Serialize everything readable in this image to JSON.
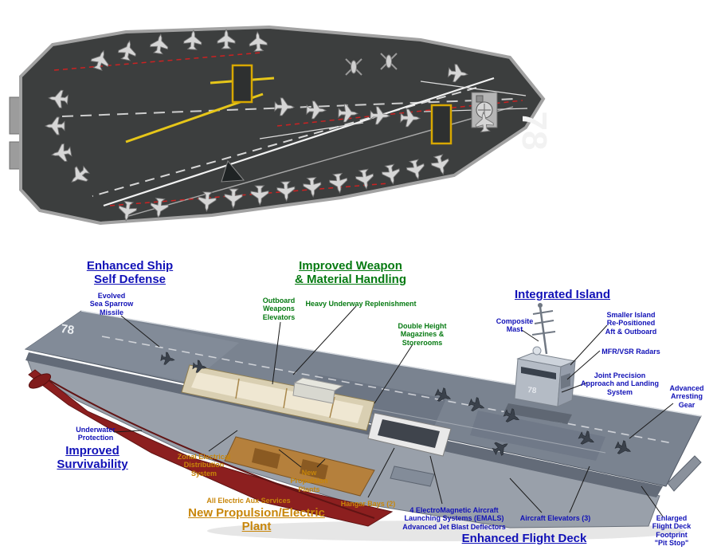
{
  "deck_number": "78",
  "colors": {
    "label_blue": "#1111b7",
    "label_green": "#067a12",
    "label_orange": "#c8860a",
    "deck_gray": "#3c3e3e",
    "hull_red": "#8c1f1f"
  },
  "headings": {
    "self_defense": "Enhanced Ship\nSelf Defense",
    "weapon_handling": "Improved Weapon\n& Material Handling",
    "integrated_island": "Integrated Island",
    "survivability": "Improved\nSurvivability",
    "propulsion": "New Propulsion/Electric\nPlant",
    "flight_deck": "Enhanced Flight Deck"
  },
  "labels": {
    "evolved_sea_sparrow": "Evolved\nSea Sparrow\nMissile",
    "outboard_weapons_elevators": "Outboard\nWeapons\nElevators",
    "heavy_underway_replenishment": "Heavy Underway Replenishment",
    "double_height_magazines": "Double Height\nMagazines &\nStorerooms",
    "composite_mast": "Composite\nMast",
    "smaller_island": "Smaller Island\nRe-Positioned\nAft & Outboard",
    "mfr_vsr_radars": "MFR/VSR Radars",
    "joint_precision": "Joint Precision\nApproach and Landing\nSystem",
    "advanced_arresting_gear": "Advanced\nArresting\nGear",
    "underwater_protection": "Underwater\nProtection",
    "zonal_electrical": "Zonal Electrical\nDistribution\nSystem",
    "new_propulsion_plants": "New\nPropulsion\nPlants",
    "all_electric_aux": "All Electric Aux Services",
    "hangar_bays": "Hangar Bays (2)",
    "emals": "4 ElectroMagnetic Aircraft\nLaunching Systems (EMALS)\nAdvanced Jet Blast Deflectors",
    "aircraft_elevators": "Aircraft Elevators (3)",
    "enlarged_flight_deck": "Enlarged\nFlight Deck\nFootprint\n\"Pit Stop\""
  }
}
